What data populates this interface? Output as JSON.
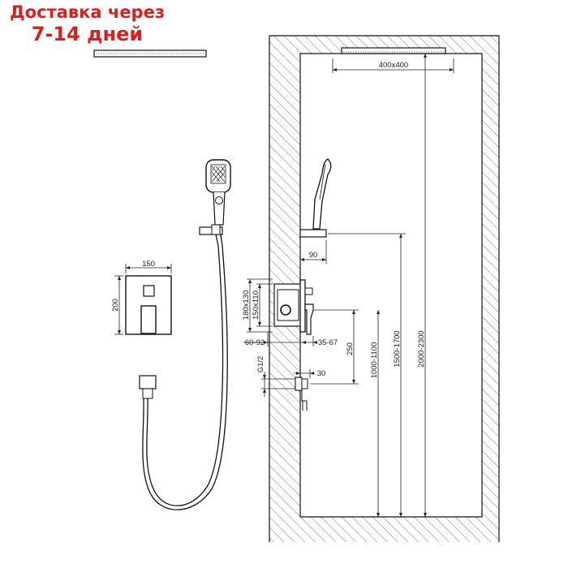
{
  "banner": {
    "line1": "Доставка через",
    "line2": "7-14 дней",
    "color": "#d8201f"
  },
  "dimensions": {
    "overhead_size": "400x400",
    "panel_width": "150",
    "panel_height": "200",
    "holder_offset": "90",
    "box_outer": "180x130",
    "box_inner": "150x110",
    "box_depth": "60-92",
    "handle_projection": "35-67",
    "outlet_thread": "G1/2",
    "outlet_offset": "30",
    "outlet_spacing": "250",
    "valve_height": "1000-1100",
    "holder_height": "1500-1700",
    "overhead_height": "2000-2300"
  }
}
